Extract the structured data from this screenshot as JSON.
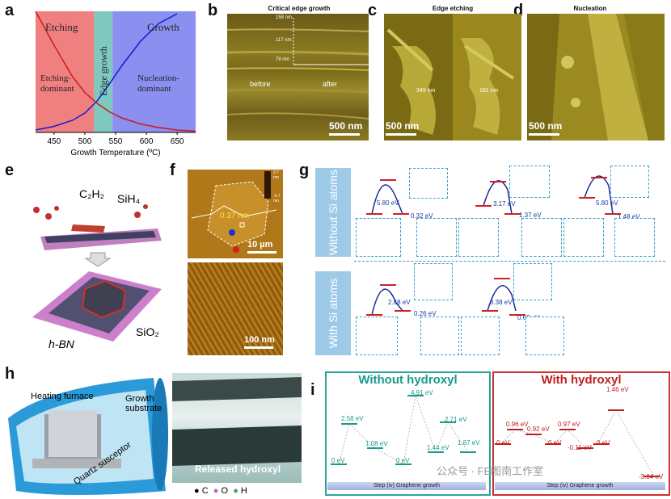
{
  "panels": {
    "a": "a",
    "b": "b",
    "c": "c",
    "d": "d",
    "e": "e",
    "f": "f",
    "g": "g",
    "h": "h",
    "i": "i"
  },
  "panel_a": {
    "region_labels": {
      "etching": "Etching",
      "edge_growth": "Edge growth",
      "growth": "Growth",
      "etching_dominant": "Etching-\ndominant",
      "nucleation_dominant": "Nucleation-\ndominant"
    },
    "colors": {
      "etching": "#f08080",
      "edge": "#7ec8c0",
      "growth": "#8a8ff0"
    }
  },
  "chart_data": {
    "type": "line",
    "xlabel": "Growth Temperature (ºC)",
    "xlim": [
      420,
      680
    ],
    "xticks": [
      450,
      500,
      550,
      600,
      650
    ],
    "series": [
      {
        "color": "#1a1acc",
        "x": [
          420,
          450,
          480,
          500,
          520,
          540,
          560,
          590,
          620,
          650
        ],
        "y": [
          0.02,
          0.05,
          0.1,
          0.16,
          0.26,
          0.4,
          0.55,
          0.75,
          0.9,
          0.98
        ]
      },
      {
        "color": "#cc1a1a",
        "x": [
          420,
          450,
          480,
          500,
          520,
          540,
          560,
          590,
          620,
          650,
          680
        ],
        "y": [
          1.0,
          0.72,
          0.46,
          0.33,
          0.24,
          0.17,
          0.12,
          0.07,
          0.04,
          0.02,
          0.01
        ]
      }
    ]
  },
  "panel_b": {
    "title": "Critical edge growth",
    "m1": "158 nm",
    "m2": "117 nm",
    "m3": "79 nm",
    "before": "before",
    "after": "after",
    "scale": "500 nm"
  },
  "panel_c": {
    "title": "Edge etching",
    "d1": "349 nm",
    "d2": "181 nm",
    "scale": "500 nm"
  },
  "panel_d": {
    "title": "Nucleation",
    "scale": "500 nm"
  },
  "panel_e": {
    "c2h2": "C₂H₂",
    "sih4": "SiH₄",
    "hbn": "h-BN",
    "sio2": "SiO₂"
  },
  "panel_f": {
    "thickness": "0.37 nm",
    "scale1": "10 µm",
    "scale2": "100 nm",
    "cb_top": "3.7 nm",
    "cb_bot": "-3.7 nm"
  },
  "panel_g": {
    "without": "Without Si atoms",
    "with": "With Si atoms",
    "e_without": [
      "5.80 eV",
      "0.32 eV",
      "3.17 eV",
      "1.37 eV",
      "5.80 eV",
      "1.48 eV"
    ],
    "e_with": [
      "2.68 eV",
      "0.26 eV",
      "3.38 eV",
      "0.62 eV"
    ]
  },
  "panel_h": {
    "furnace": "Heating furnace",
    "substrate": "Growth\nsubstrate",
    "susceptor": "Quartz susceptor",
    "released": "Released hydroxyl",
    "legend": [
      "C",
      "O",
      "H"
    ]
  },
  "panel_i": {
    "without": "Without hydroxyl",
    "with": "With hydroxyl",
    "step": "Step (iv) Graphene growth",
    "e_without": [
      "2.58 eV",
      "4.91 eV",
      "2.71 eV",
      "1.08 eV",
      "0 eV",
      "0 eV",
      "1.44 eV",
      "1.87 eV"
    ],
    "e_with": [
      "0.96 eV",
      "0.92 eV",
      "0.97 eV",
      "1.46 eV",
      "0 eV",
      "0 eV",
      "-0.11 eV",
      "0 eV",
      "-3.04 eV"
    ],
    "watermark": "公众号 · FE图南工作室"
  }
}
